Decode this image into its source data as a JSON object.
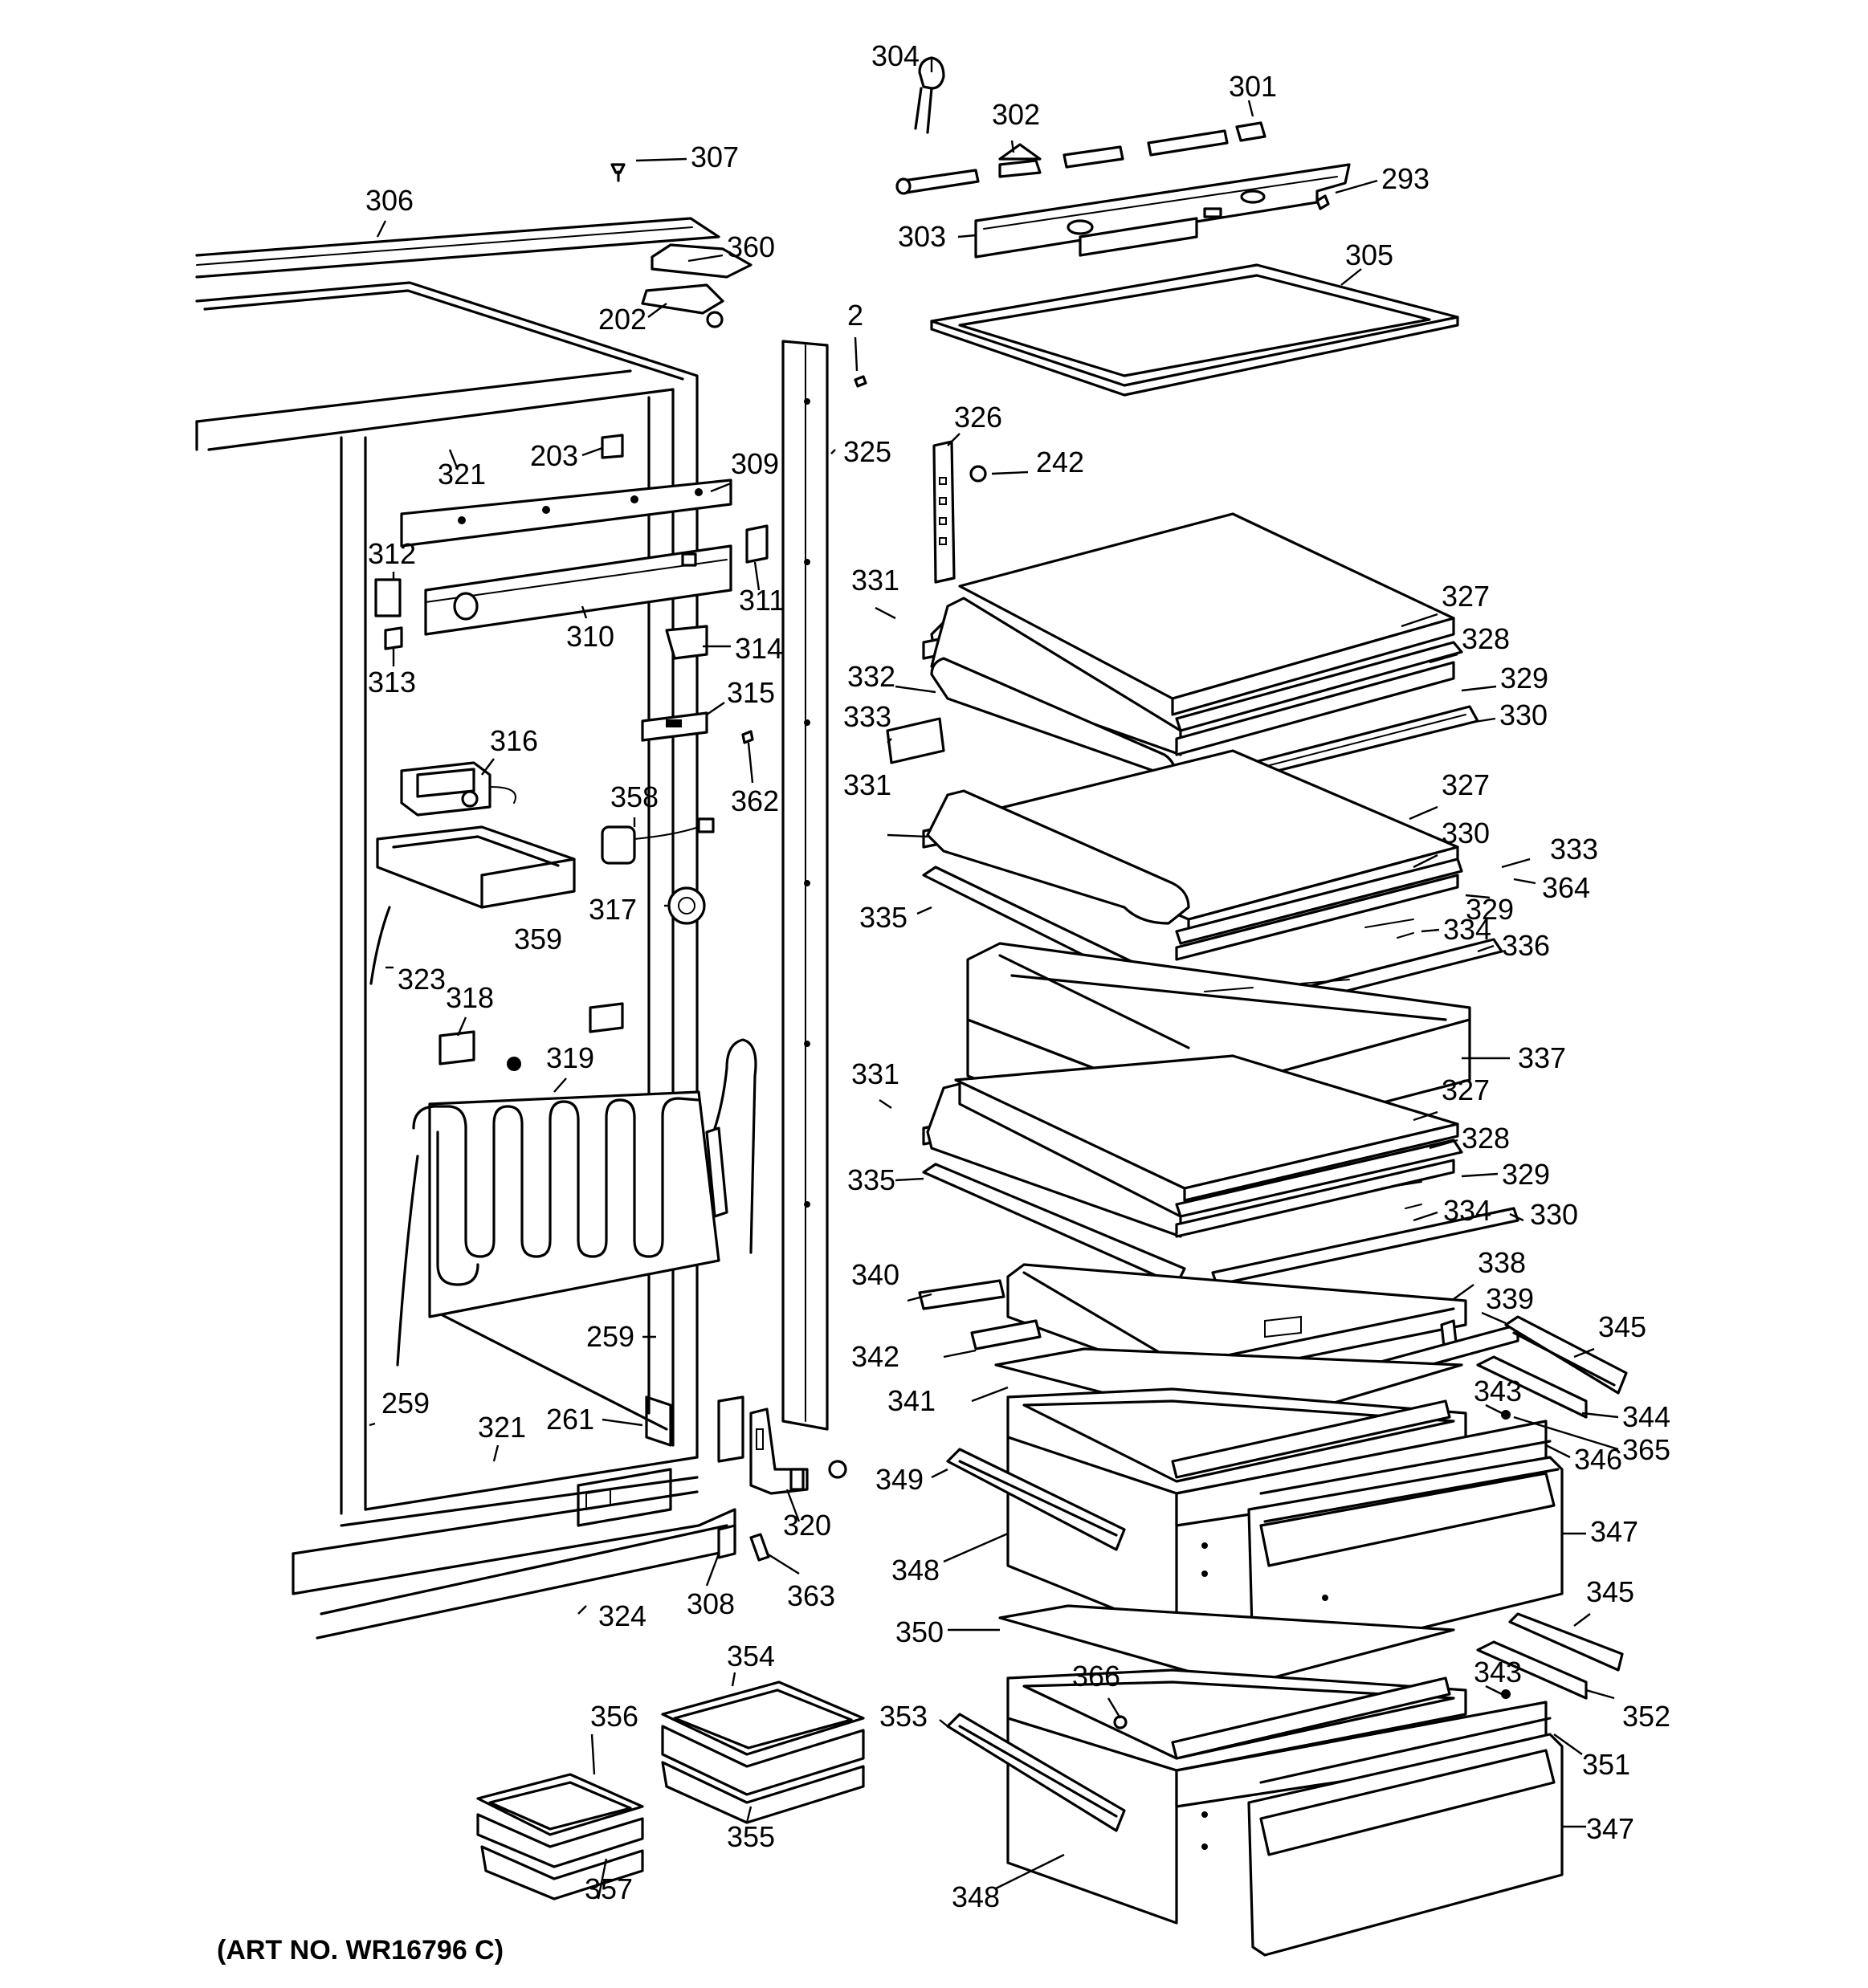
{
  "art_number": "(ART NO. WR16796 C)",
  "callouts": [
    {
      "id": "c304",
      "text": "304"
    },
    {
      "id": "c302",
      "text": "302"
    },
    {
      "id": "c301",
      "text": "301"
    },
    {
      "id": "c307",
      "text": "307"
    },
    {
      "id": "c293",
      "text": "293"
    },
    {
      "id": "c306",
      "text": "306"
    },
    {
      "id": "c360",
      "text": "360"
    },
    {
      "id": "c303",
      "text": "303"
    },
    {
      "id": "c305",
      "text": "305"
    },
    {
      "id": "c202",
      "text": "202"
    },
    {
      "id": "c2",
      "text": "2"
    },
    {
      "id": "c326",
      "text": "326"
    },
    {
      "id": "c242",
      "text": "242"
    },
    {
      "id": "c203",
      "text": "203"
    },
    {
      "id": "c325",
      "text": "325"
    },
    {
      "id": "c309",
      "text": "309"
    },
    {
      "id": "c321a",
      "text": "321"
    },
    {
      "id": "c312",
      "text": "312"
    },
    {
      "id": "c311",
      "text": "311"
    },
    {
      "id": "c331a",
      "text": "331"
    },
    {
      "id": "c327a",
      "text": "327"
    },
    {
      "id": "c310",
      "text": "310"
    },
    {
      "id": "c314",
      "text": "314"
    },
    {
      "id": "c328a",
      "text": "328"
    },
    {
      "id": "c313",
      "text": "313"
    },
    {
      "id": "c329a",
      "text": "329"
    },
    {
      "id": "c332",
      "text": "332"
    },
    {
      "id": "c315",
      "text": "315"
    },
    {
      "id": "c330a",
      "text": "330"
    },
    {
      "id": "c333a",
      "text": "333"
    },
    {
      "id": "c316",
      "text": "316"
    },
    {
      "id": "c362",
      "text": "362"
    },
    {
      "id": "c358",
      "text": "358"
    },
    {
      "id": "c331b",
      "text": "331"
    },
    {
      "id": "c327b",
      "text": "327"
    },
    {
      "id": "c330b",
      "text": "330"
    },
    {
      "id": "c333b",
      "text": "333"
    },
    {
      "id": "c364",
      "text": "364"
    },
    {
      "id": "c329b",
      "text": "329"
    },
    {
      "id": "c359",
      "text": "359"
    },
    {
      "id": "c317",
      "text": "317"
    },
    {
      "id": "c335a",
      "text": "335"
    },
    {
      "id": "c334a",
      "text": "334"
    },
    {
      "id": "c336",
      "text": "336"
    },
    {
      "id": "c323",
      "text": "323"
    },
    {
      "id": "c318",
      "text": "318"
    },
    {
      "id": "c319",
      "text": "319"
    },
    {
      "id": "c337",
      "text": "337"
    },
    {
      "id": "c331c",
      "text": "331"
    },
    {
      "id": "c327c",
      "text": "327"
    },
    {
      "id": "c328b",
      "text": "328"
    },
    {
      "id": "c329c",
      "text": "329"
    },
    {
      "id": "c335b",
      "text": "335"
    },
    {
      "id": "c334b",
      "text": "334"
    },
    {
      "id": "c330c",
      "text": "330"
    },
    {
      "id": "c340",
      "text": "340"
    },
    {
      "id": "c338",
      "text": "338"
    },
    {
      "id": "c339",
      "text": "339"
    },
    {
      "id": "c345a",
      "text": "345"
    },
    {
      "id": "c259a",
      "text": "259"
    },
    {
      "id": "c342",
      "text": "342"
    },
    {
      "id": "c341",
      "text": "341"
    },
    {
      "id": "c343a",
      "text": "343"
    },
    {
      "id": "c344",
      "text": "344"
    },
    {
      "id": "c259b",
      "text": "259"
    },
    {
      "id": "c321b",
      "text": "321"
    },
    {
      "id": "c261",
      "text": "261"
    },
    {
      "id": "c365",
      "text": "365"
    },
    {
      "id": "c346",
      "text": "346"
    },
    {
      "id": "c349",
      "text": "349"
    },
    {
      "id": "c347a",
      "text": "347"
    },
    {
      "id": "c320",
      "text": "320"
    },
    {
      "id": "c348a",
      "text": "348"
    },
    {
      "id": "c324",
      "text": "324"
    },
    {
      "id": "c308",
      "text": "308"
    },
    {
      "id": "c363",
      "text": "363"
    },
    {
      "id": "c345b",
      "text": "345"
    },
    {
      "id": "c350",
      "text": "350"
    },
    {
      "id": "c354",
      "text": "354"
    },
    {
      "id": "c366",
      "text": "366"
    },
    {
      "id": "c343b",
      "text": "343"
    },
    {
      "id": "c353",
      "text": "353"
    },
    {
      "id": "c356",
      "text": "356"
    },
    {
      "id": "c352",
      "text": "352"
    },
    {
      "id": "c351",
      "text": "351"
    },
    {
      "id": "c347b",
      "text": "347"
    },
    {
      "id": "c355",
      "text": "355"
    },
    {
      "id": "c357",
      "text": "357"
    },
    {
      "id": "c348b",
      "text": "348"
    }
  ]
}
